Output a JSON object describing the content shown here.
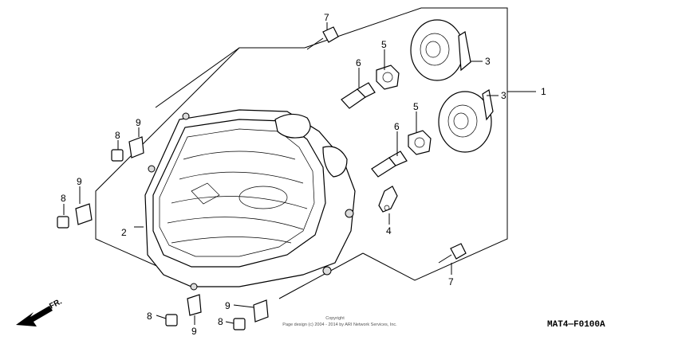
{
  "callouts": {
    "c1": "1",
    "c2": "2",
    "c3a": "3",
    "c3b": "3",
    "c4": "4",
    "c5a": "5",
    "c5b": "5",
    "c6a": "6",
    "c6b": "6",
    "c7a": "7",
    "c7b": "7",
    "c8a": "8",
    "c8b": "8",
    "c8c": "8",
    "c8d": "8",
    "c9a": "9",
    "c9b": "9",
    "c9c": "9",
    "c9d": "9"
  },
  "direction_label": "FR.",
  "diagram_code": "MAT4—F0100A",
  "copyright_line1": "Copyright",
  "copyright_line2": "Page design (c) 2004 - 2014 by ARI Network Services, Inc."
}
